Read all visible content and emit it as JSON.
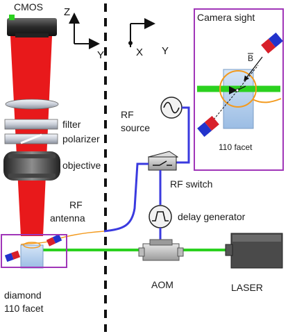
{
  "labels": {
    "cmos": "CMOS",
    "axis_z": "Z",
    "axis_y_left": "Y",
    "axis_x": "X",
    "axis_y_right": "Y",
    "filter": "filter",
    "polarizer": "polarizer",
    "objective": "objective",
    "rf_source_line1": "RF",
    "rf_source_line2": "source",
    "rf_switch": "RF switch",
    "delay_generator": "delay generator",
    "rf_antenna_line1": "RF",
    "rf_antenna_line2": "antenna",
    "diamond_line1": "diamond",
    "diamond_line2": "110 facet",
    "aom": "AOM",
    "laser": "LASER",
    "camera_sight": "Camera sight",
    "b_vector": "B",
    "inset_facet": "110 facet"
  },
  "colors": {
    "beam_red": "#e8191b",
    "laser_green": "#2bd11f",
    "rf_blue": "#3a3adf",
    "antenna_orange": "#f39a1e",
    "inset_border": "#a035b8",
    "diamond_blue": "#b6d1ee",
    "magnet_red": "#d8202a",
    "magnet_blue": "#2233cc"
  }
}
